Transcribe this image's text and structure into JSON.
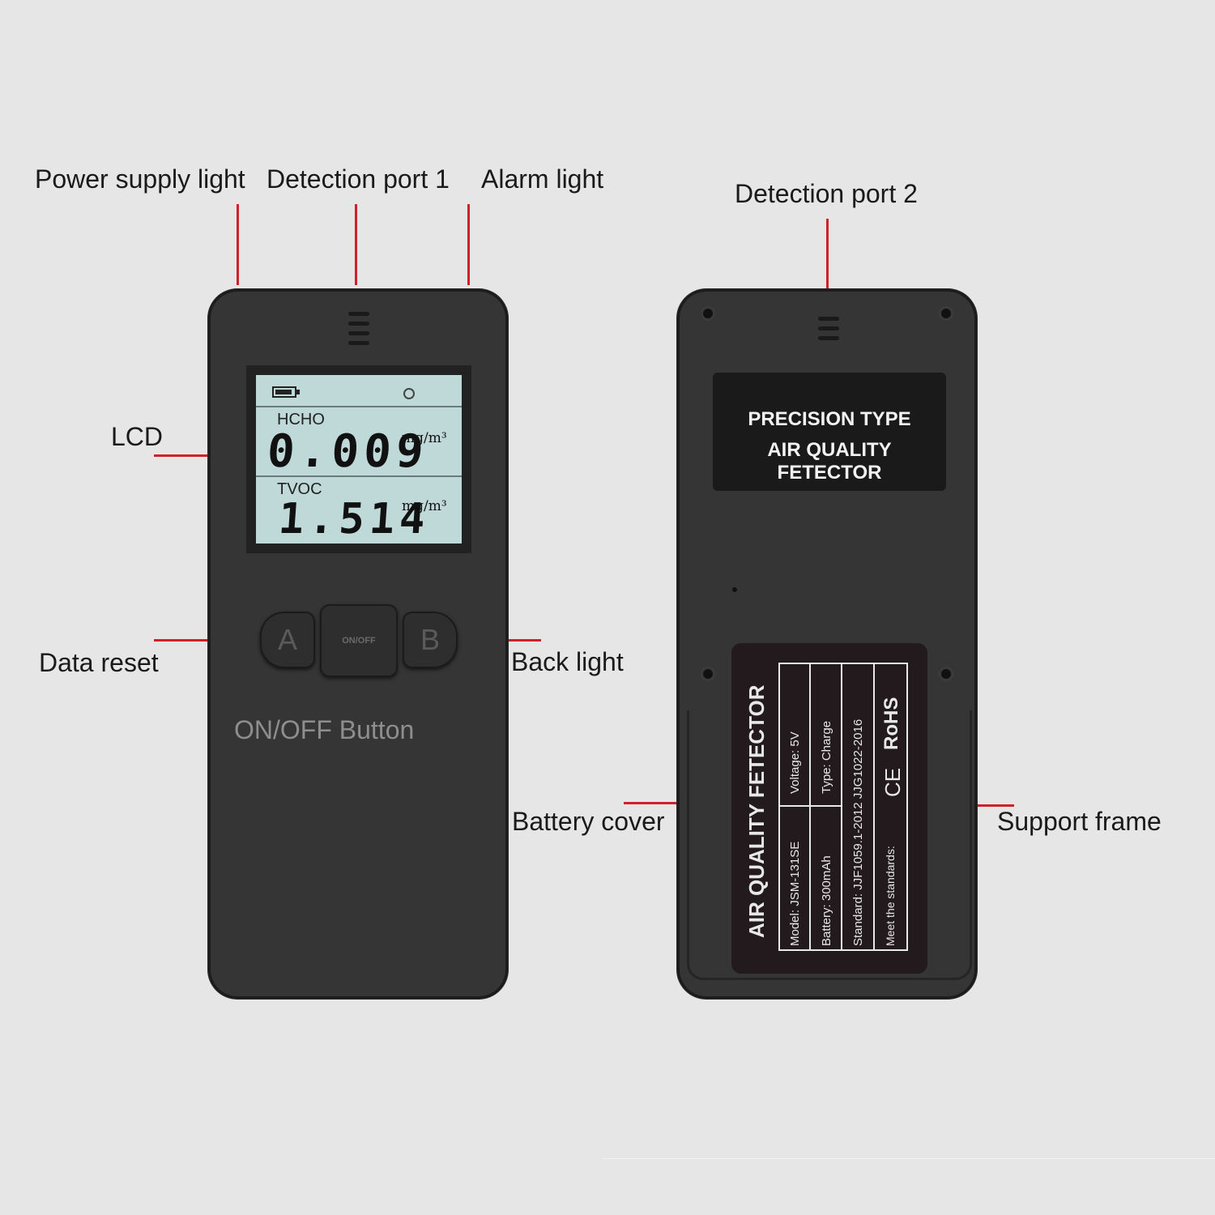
{
  "callouts": {
    "power_supply_light": "Power supply light",
    "detection_port_1": "Detection port 1",
    "alarm_light": "Alarm light",
    "detection_port_2": "Detection port 2",
    "lcd": "LCD",
    "data_reset": "Data reset",
    "back_light": "Back light",
    "on_off_button": "ON/OFF Button",
    "battery_cover": "Battery cover",
    "support_frame": "Support frame"
  },
  "front": {
    "lcd": {
      "row1_label": "HCHO",
      "row1_value": "0.009",
      "row1_unit": "mg/m³",
      "row2_label": "TVOC",
      "row2_value": "1.514",
      "row2_unit": "mg/m³"
    },
    "buttons": {
      "a": "A",
      "onoff": "ON/OFF",
      "b": "B"
    }
  },
  "back": {
    "badge_line1": "PRECISION TYPE",
    "badge_line2": "AIR QUALITY FETECTOR",
    "plate": {
      "title": "AIR QUALITY FETECTOR",
      "model": "Model:   JSM-131SE",
      "voltage": "Voltage:       5V",
      "battery": "Battery:  300mAh",
      "type": "Type:       Charge",
      "standard": "Standard: JJF1059.1-2012   JJG1022-2016",
      "meet": "Meet the standards:",
      "ce": "CE",
      "rohs": "RoHS"
    }
  },
  "colors": {
    "background": "#e6e6e6",
    "device": "#353535",
    "lcd": "#bfd8d8",
    "leader_line": "#d0202a"
  }
}
